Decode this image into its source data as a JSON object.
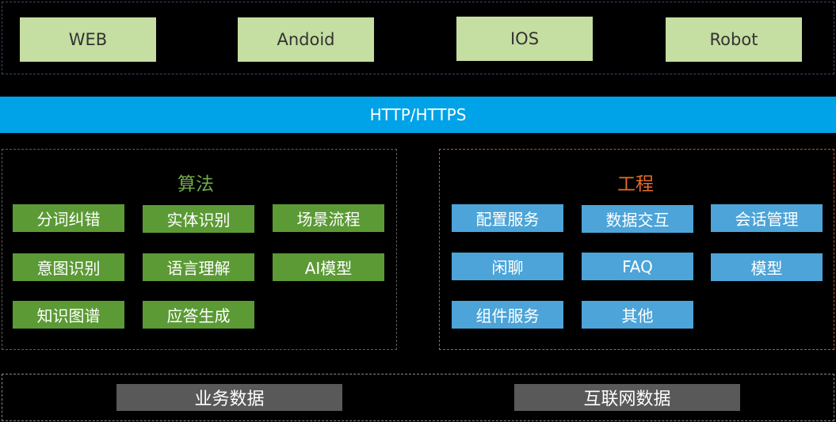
{
  "colors": {
    "background": "#000000",
    "client_fill": "#c5dea1",
    "client_text": "#333333",
    "http_fill": "#00a2e8",
    "http_text": "#ffffff",
    "algo_fill": "#5b9a35",
    "algo_title": "#70ad47",
    "eng_fill": "#4ca4d8",
    "eng_title": "#e46c2a",
    "data_fill": "#595959",
    "pill_text": "#ffffff"
  },
  "clients": [
    "WEB",
    "Andoid",
    "IOS",
    "Robot"
  ],
  "protocol": "HTTP/HTTPS",
  "algorithm": {
    "title": "算法",
    "items": [
      "分词纠错",
      "实体识别",
      "场景流程",
      "意图识别",
      "语言理解",
      "AI模型",
      "知识图谱",
      "应答生成"
    ]
  },
  "engineering": {
    "title": "工程",
    "items": [
      "配置服务",
      "数据交互",
      "会话管理",
      "闲聊",
      "FAQ",
      "模型",
      "组件服务",
      "其他"
    ]
  },
  "data_sources": [
    "业务数据",
    "互联网数据"
  ]
}
